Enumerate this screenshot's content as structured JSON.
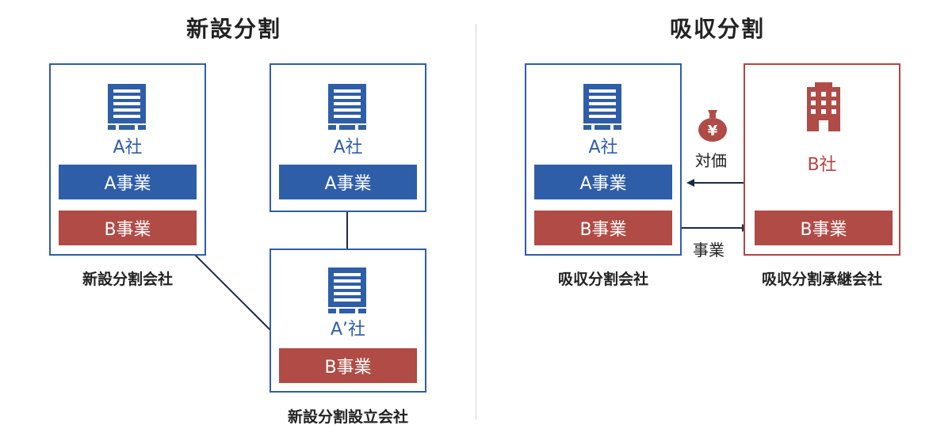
{
  "left": {
    "title": "新設分割",
    "company_a_label": "A社",
    "business_a": "A事業",
    "business_b": "B事業",
    "caption_original": "新設分割会社",
    "company_a2_label": "A社",
    "business_a2": "A事業",
    "company_new_label": "A’社",
    "business_b_new": "B事業",
    "caption_new": "新設分割設立会社"
  },
  "right": {
    "title": "吸収分割",
    "company_a_label": "A社",
    "business_a": "A事業",
    "business_b": "B事業",
    "caption_splitting": "吸収分割会社",
    "company_b_label": "B社",
    "business_b_received": "B事業",
    "caption_successor": "吸収分割承継会社",
    "consideration_label": "対価",
    "business_label": "事業",
    "yen_symbol": "¥"
  },
  "colors": {
    "blue": "#2f5ea8",
    "red": "#b04b45",
    "navy_arrow": "#1c2a44",
    "divider": "#cfd4d9"
  }
}
